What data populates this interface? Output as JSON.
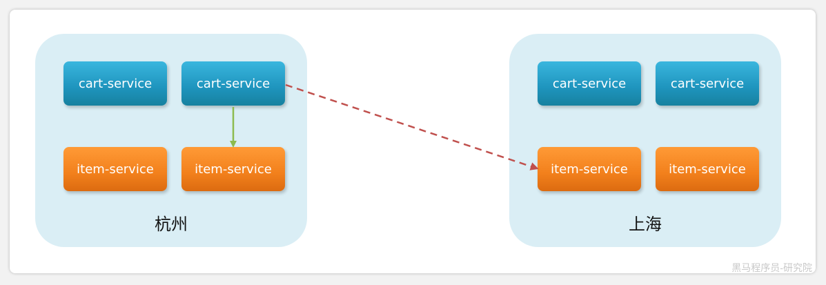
{
  "regions": [
    {
      "label": "杭州",
      "services": {
        "cart_1": "cart-service",
        "cart_2": "cart-service",
        "item_1": "item-service",
        "item_2": "item-service"
      }
    },
    {
      "label": "上海",
      "services": {
        "cart_1": "cart-service",
        "cart_2": "cart-service",
        "item_1": "item-service",
        "item_2": "item-service"
      }
    }
  ],
  "colors": {
    "region_background": "#daeef5",
    "cart_service": "#1e94bd",
    "item_service": "#f2801c",
    "local_call_arrow": "#8dbb4e",
    "remote_call_arrow": "#c0504d"
  },
  "watermark": "黑马程序员-研究院"
}
